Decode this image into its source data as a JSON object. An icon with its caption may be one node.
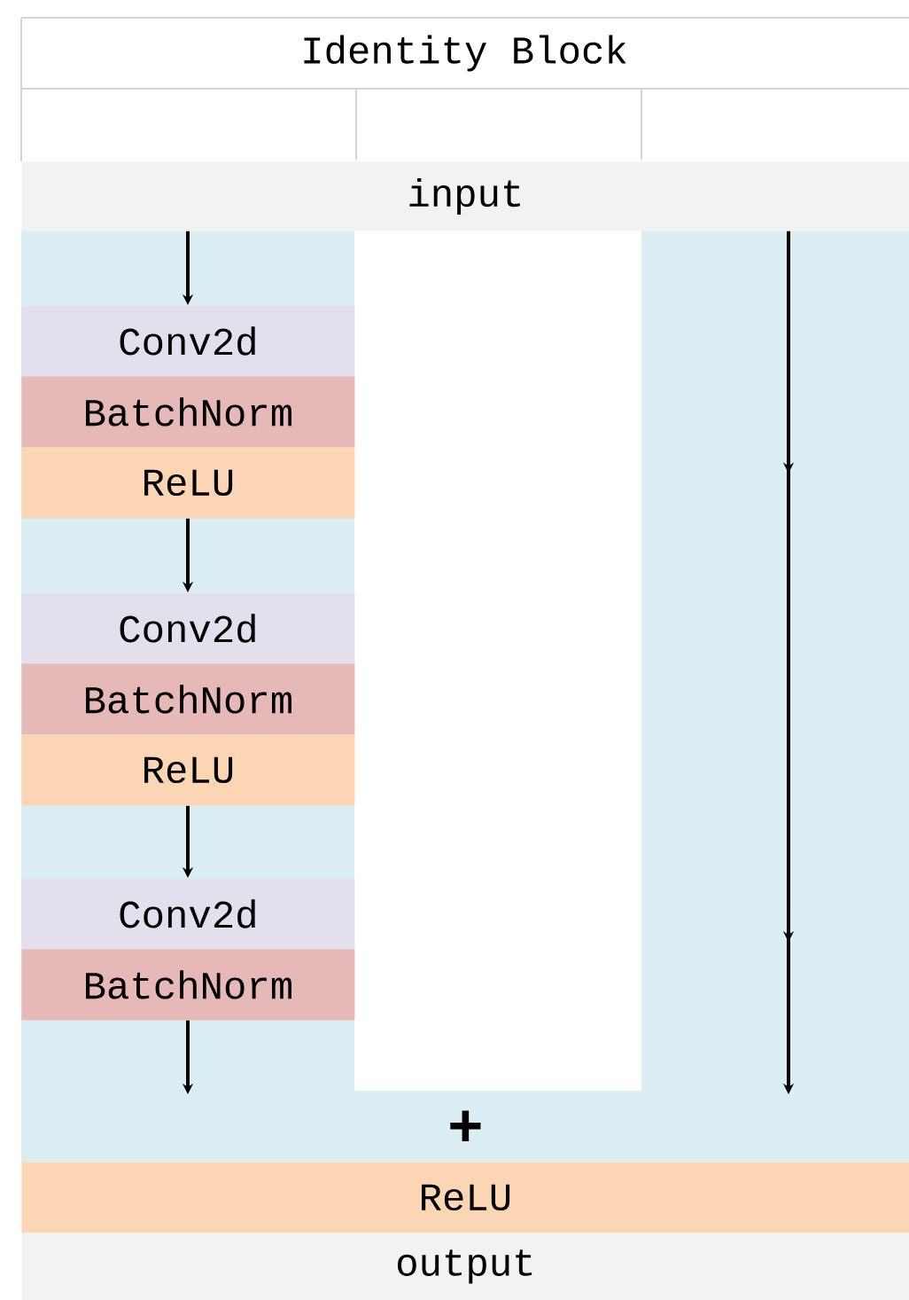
{
  "diagram": {
    "title": "Identity Block",
    "nodes": [
      {
        "text": [
          "input"
        ]
      },
      {
        "text": [
          "Conv2d"
        ]
      },
      {
        "text": [
          "BatchNorm"
        ]
      },
      {
        "text": [
          "ReLU"
        ]
      },
      {
        "text": [
          "Conv2d"
        ]
      },
      {
        "text": [
          "BatchNorm"
        ]
      },
      {
        "text": [
          "ReLU"
        ]
      },
      {
        "text": [
          "Conv2d"
        ]
      },
      {
        "text": [
          "BatchNorm"
        ]
      },
      {
        "text": [
          "+"
        ]
      },
      {
        "text": [
          "ReLU"
        ]
      },
      {
        "text": [
          "output"
        ]
      }
    ],
    "edges": [
      {
        "from": 0,
        "to": 1,
        "arrow": "to"
      },
      {
        "from": 3,
        "to": 4,
        "arrow": "to"
      },
      {
        "from": 6,
        "to": 7,
        "arrow": "to"
      },
      {
        "from": 8,
        "to": 9,
        "arrow": "to"
      },
      {
        "from": 0,
        "to": 9,
        "arrow": "to"
      }
    ]
  }
}
